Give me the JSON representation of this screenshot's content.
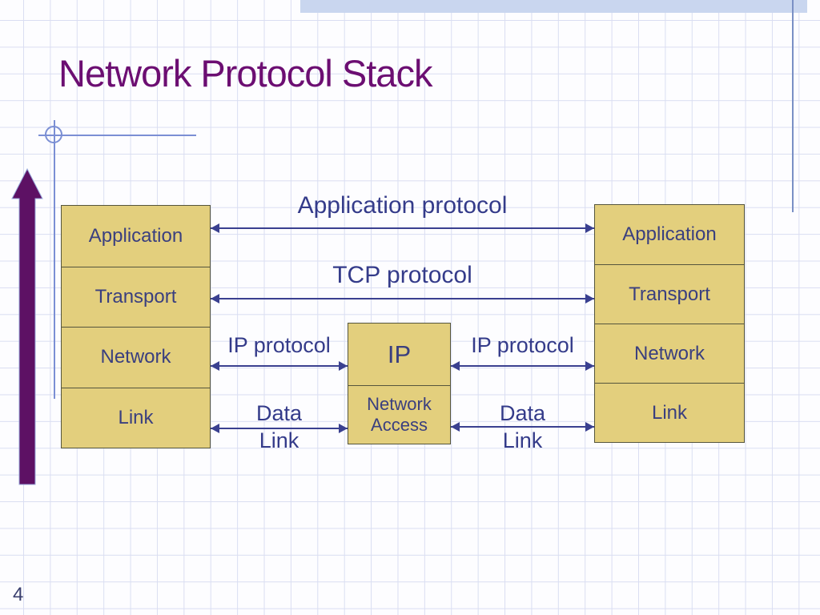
{
  "slide": {
    "title": "Network Protocol Stack",
    "page_number": "4"
  },
  "left_stack": {
    "layers": [
      "Application",
      "Transport",
      "Network",
      "Link"
    ]
  },
  "right_stack": {
    "layers": [
      "Application",
      "Transport",
      "Network",
      "Link"
    ]
  },
  "middle_box": {
    "top_label": "IP",
    "bottom_label": "Network Access"
  },
  "labels": {
    "application_protocol": "Application protocol",
    "tcp_protocol": "TCP protocol",
    "ip_protocol_left": "IP protocol",
    "ip_protocol_right": "IP protocol",
    "data_link_left": "Data Link",
    "data_link_right": "Data Link"
  },
  "colors": {
    "title_text": "#6C0E72",
    "box_fill": "#E3CF7D",
    "box_border": "#55553D",
    "box_text": "#3A3F7F",
    "arrow_and_label": "#3A4090",
    "up_arrow": "#5D1164",
    "grid_line": "#DADEF2",
    "top_band": "#C9D6EF",
    "accent_blue": "#7B8FD4"
  }
}
